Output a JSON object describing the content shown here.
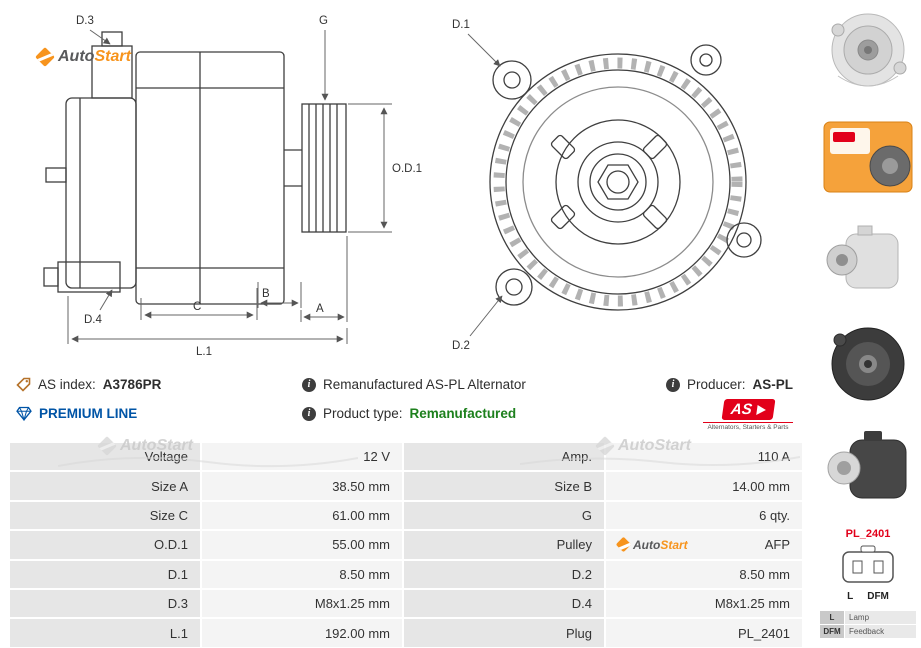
{
  "brand": {
    "part1": "Auto",
    "part2": "Start"
  },
  "colors": {
    "accent_orange": "#f7941d",
    "premium_blue": "#0054a6",
    "type_green": "#1d801d",
    "aspl_red": "#e2001a"
  },
  "drawing": {
    "d1": "D.1",
    "d2": "D.2",
    "d3": "D.3",
    "d4": "D.4",
    "g": "G",
    "od1": "O.D.1",
    "a": "A",
    "b": "B",
    "c": "C",
    "l1": "L.1"
  },
  "info": {
    "index_label": "AS index:",
    "index_value": "A3786PR",
    "premium_line": "PREMIUM LINE",
    "title": "Remanufactured AS-PL Alternator",
    "type_label": "Product type:",
    "type_value": "Remanufactured",
    "producer_label": "Producer:",
    "producer_value": "AS-PL",
    "info_glyph": "i",
    "aspl_logo_text": "AS",
    "aspl_logo_tagline": "Alternators, Starters & Parts"
  },
  "table": {
    "rows": [
      {
        "l1": "Voltage",
        "v1": "12 V",
        "l2": "Amp.",
        "v2": "110 A"
      },
      {
        "l1": "Size A",
        "v1": "38.50 mm",
        "l2": "Size B",
        "v2": "14.00 mm"
      },
      {
        "l1": "Size C",
        "v1": "61.00 mm",
        "l2": "G",
        "v2": "6 qty."
      },
      {
        "l1": "O.D.1",
        "v1": "55.00 mm",
        "l2": "Pulley",
        "v2": "AFP"
      },
      {
        "l1": "D.1",
        "v1": "8.50 mm",
        "l2": "D.2",
        "v2": "8.50 mm"
      },
      {
        "l1": "D.3",
        "v1": "M8x1.25 mm",
        "l2": "D.4",
        "v2": "M8x1.25 mm"
      },
      {
        "l1": "L.1",
        "v1": "192.00 mm",
        "l2": "Plug",
        "v2": "PL_2401"
      }
    ]
  },
  "plug": {
    "code": "PL_2401",
    "pin_left": "L",
    "pin_right": "DFM",
    "legend": [
      {
        "key": "L",
        "desc": "Lamp"
      },
      {
        "key": "DFM",
        "desc": "Feedback"
      }
    ]
  }
}
